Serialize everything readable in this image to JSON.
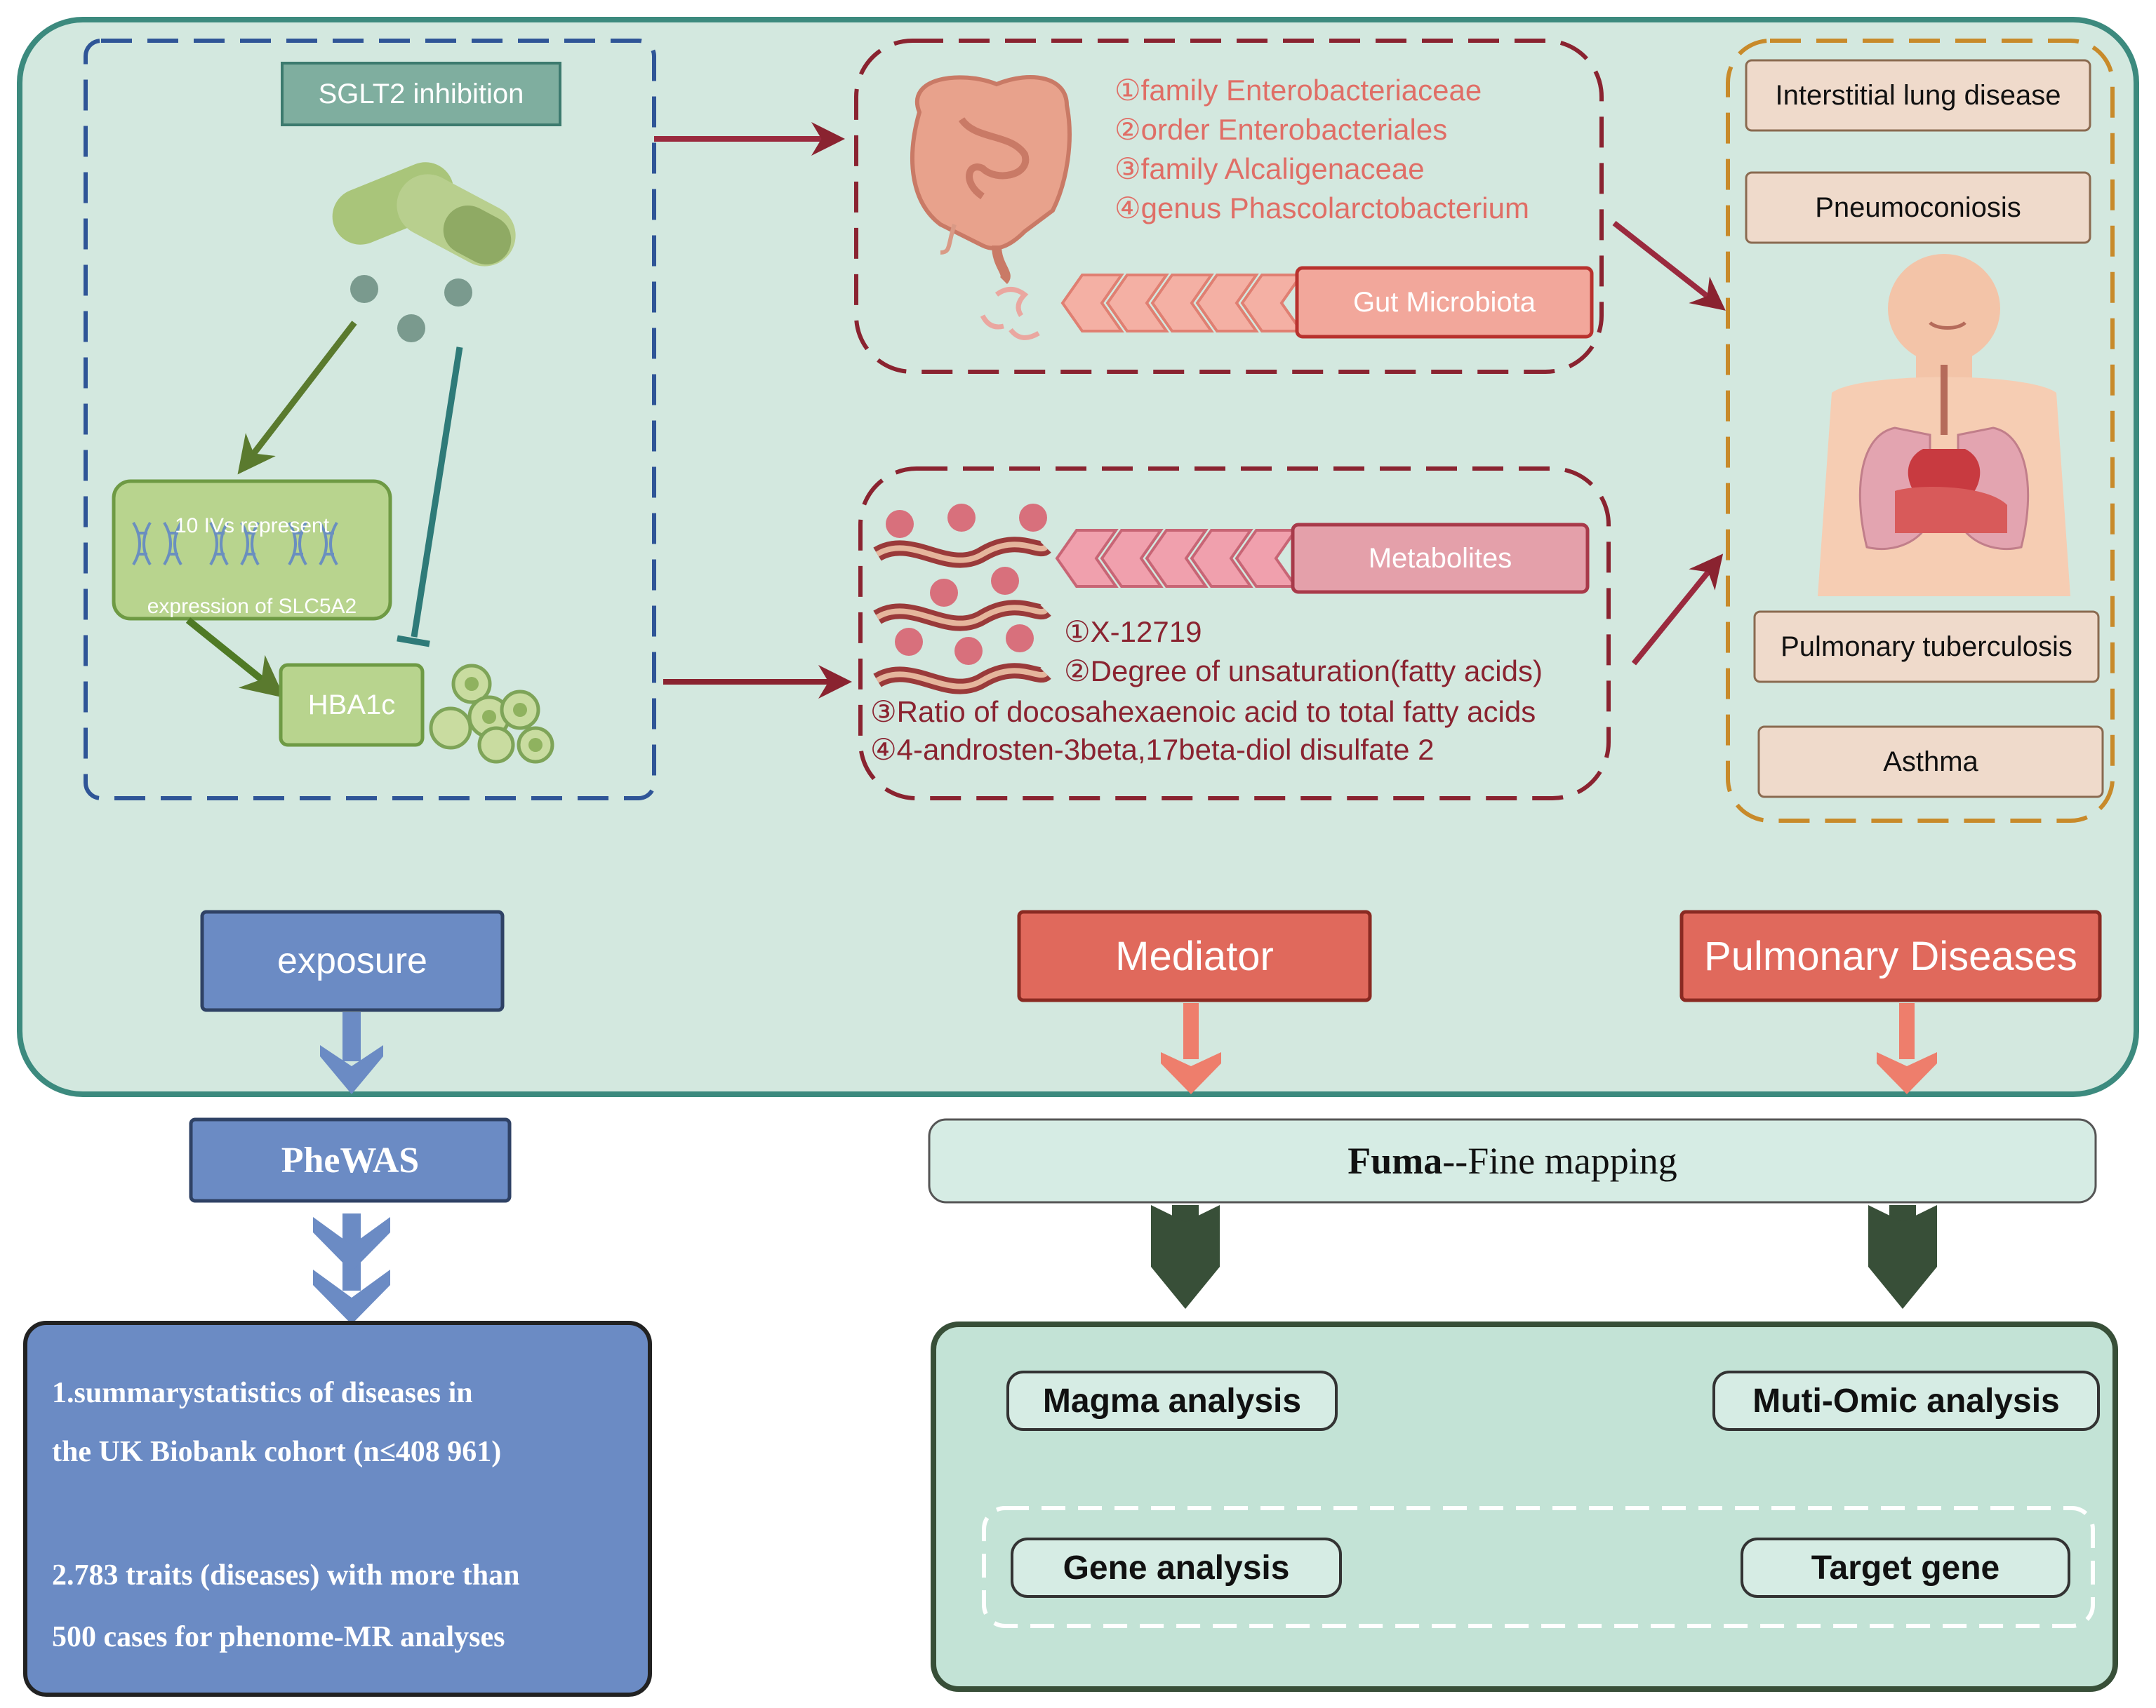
{
  "exposure_panel": {
    "title": "SGLT2 inhibition",
    "ivs_label_line1": "10 IVs represent",
    "ivs_label_line2": "expression of SLC5A2",
    "hba1c_label": "HBA1c"
  },
  "gut_panel": {
    "items": [
      "①family Enterobacteriaceae",
      "②order Enterobacteriales",
      "③family Alcaligenaceae",
      "④genus Phascolarctobacterium"
    ],
    "label": "Gut Microbiota"
  },
  "metabolite_panel": {
    "label": "Metabolites",
    "items": [
      "①X-12719",
      "②Degree of unsaturation(fatty acids)",
      "③Ratio of docosahexaenoic acid to total fatty acids",
      "④4-androsten-3beta,17beta-diol disulfate 2"
    ]
  },
  "disease_panel": {
    "items": [
      "Interstitial lung disease",
      "Pneumoconiosis",
      "Pulmonary tuberculosis",
      "Asthma"
    ]
  },
  "categories": {
    "exposure": "exposure",
    "mediator": "Mediator",
    "outcome": "Pulmonary Diseases"
  },
  "phewas": {
    "label": "PheWAS",
    "line1": "1.summarystatistics of diseases in",
    "line2": "the UK Biobank cohort (n≤408 961)",
    "line3": "2.783 traits (diseases) with more than",
    "line4": "500 cases for phenome-MR analyses"
  },
  "fuma": {
    "label_bold": "Fuma",
    "label_rest": "--Fine mapping",
    "magma": "Magma analysis",
    "multiomic": "Muti-Omic analysis",
    "gene": "Gene analysis",
    "target": "Target gene"
  },
  "colors": {
    "panel_bg": "#d3e8df",
    "panel_border": "#3c8a7e",
    "exposure_blue": "#6b8bc4",
    "mediator_red": "#e0695c",
    "maroon": "#8a2330",
    "salmon": "#f2a79b",
    "pink": "#e4a0aa",
    "dark_green": "#3d5a40",
    "tan": "#efdacb"
  }
}
